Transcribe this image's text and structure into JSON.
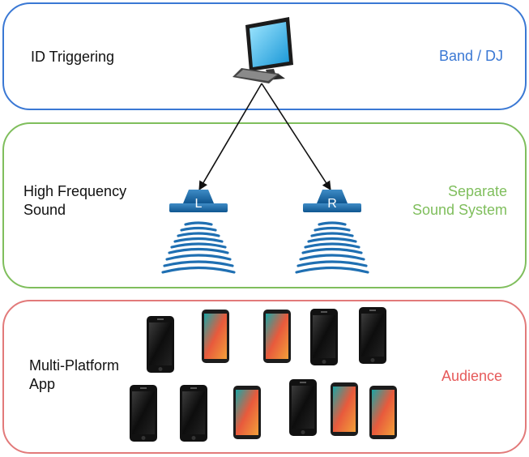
{
  "layers": {
    "top": {
      "left_label": "ID Triggering",
      "right_label": "Band / DJ",
      "border_color": "#3a78d4",
      "accent_color": "#3a78d4"
    },
    "middle": {
      "left_label_line1": "High Frequency",
      "left_label_line2": "Sound",
      "right_label_line1": "Separate",
      "right_label_line2": "Sound System",
      "border_color": "#7fbe5c",
      "accent_color": "#7fbe5c"
    },
    "bottom": {
      "left_label_line1": "Multi-Platform",
      "left_label_line2": "App",
      "right_label": "Audience",
      "border_color": "#e27a7a",
      "accent_color": "#e65a5a"
    }
  },
  "speakers": [
    {
      "letter": "L",
      "icon": "speaker-icon"
    },
    {
      "letter": "R",
      "icon": "speaker-icon"
    }
  ],
  "icons": {
    "computer": "desktop-computer-icon",
    "phones_black": "black-smartphone-icon",
    "phones_color": "android-smartphone-icon"
  },
  "phones": [
    {
      "kind": "black"
    },
    {
      "kind": "color"
    },
    {
      "kind": "color"
    },
    {
      "kind": "black"
    },
    {
      "kind": "black"
    },
    {
      "kind": "black"
    },
    {
      "kind": "black"
    },
    {
      "kind": "color"
    },
    {
      "kind": "black"
    },
    {
      "kind": "color"
    },
    {
      "kind": "color"
    }
  ]
}
